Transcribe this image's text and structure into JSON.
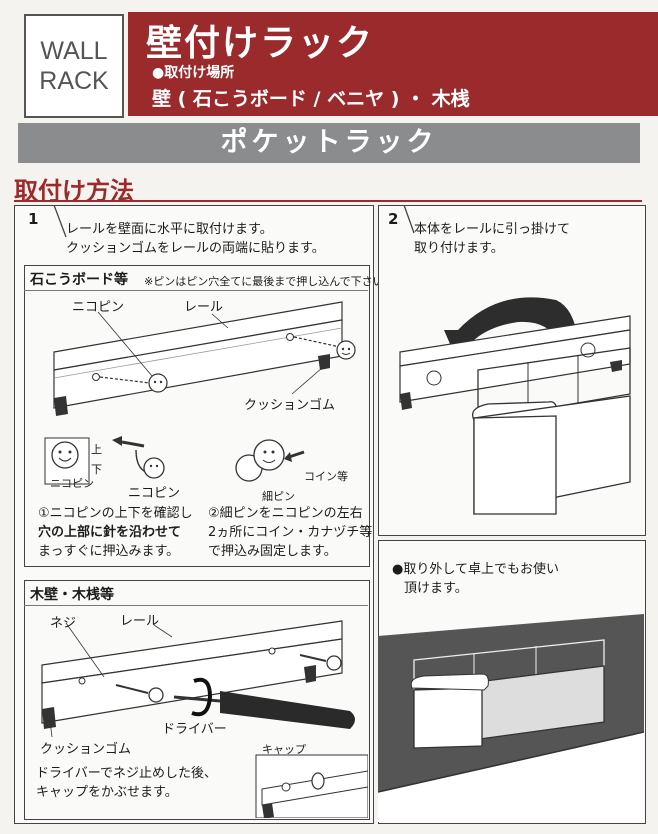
{
  "logo": {
    "line1": "WALL",
    "line2": "RACK"
  },
  "header": {
    "title": "壁付けラック",
    "location_label": "●取付け場所",
    "location_value": "壁 ( 石こうボード / ベニヤ ) ・ 木桟"
  },
  "product_name": "ポケットラック",
  "section_title": "取付け方法",
  "step1": {
    "number": "1",
    "text_line1": "レールを壁面に水平に取付けます。",
    "text_line2": "クッションゴムをレールの両端に貼ります。",
    "gypsum": {
      "title": "石こうボード等",
      "note": "※ピンはピン穴全てに最後まで押し込んで下さい。",
      "label_pin": "ニコピン",
      "label_rail": "レール",
      "label_cushion": "クッションゴム",
      "face_top": "上",
      "face_bottom": "下",
      "face_name": "ニコピン",
      "label_pin2": "ニコピン",
      "label_coin": "コイン等",
      "label_fine_pin": "細ピン",
      "instr1_line1": "①ニコピンの上下を確認し",
      "instr1_line2": "穴の上部に針を沿わせて",
      "instr1_line3": "まっすぐに押込みます。",
      "instr2_line1": "②細ピンをニコピンの左右",
      "instr2_line2": "2ヵ所にコイン・カナヅチ等",
      "instr2_line3": "で押込み固定します。"
    },
    "wood": {
      "title": "木壁・木桟等",
      "label_screw": "ネジ",
      "label_rail": "レール",
      "label_driver": "ドライバー",
      "label_cushion": "クッションゴム",
      "label_cap": "キャップ",
      "text_line1": "ドライバーでネジ止めした後、",
      "text_line2": "キャップをかぶせます。"
    }
  },
  "step2": {
    "number": "2",
    "text_line1": "本体をレールに引っ掛けて",
    "text_line2": "取り付けます。"
  },
  "step3": {
    "text_line1": "●取り外して卓上でもお使い",
    "text_line2": "頂けます。"
  }
}
